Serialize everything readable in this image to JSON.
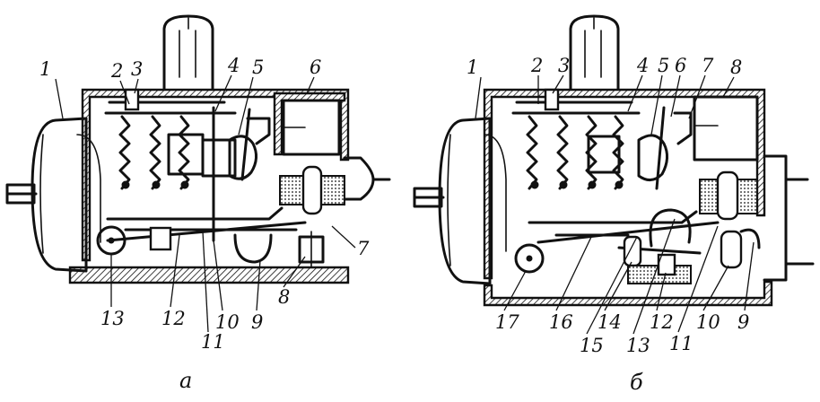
{
  "figure": {
    "panel_a": {
      "caption": "а",
      "labels": [
        "1",
        "2",
        "3",
        "4",
        "5",
        "6",
        "7",
        "8",
        "9",
        "10",
        "11",
        "12",
        "13"
      ]
    },
    "panel_b": {
      "caption": "б",
      "labels": [
        "1",
        "2",
        "3",
        "4",
        "5",
        "6",
        "7",
        "8",
        "9",
        "10",
        "11",
        "12",
        "13",
        "14",
        "15",
        "16",
        "17"
      ]
    }
  }
}
